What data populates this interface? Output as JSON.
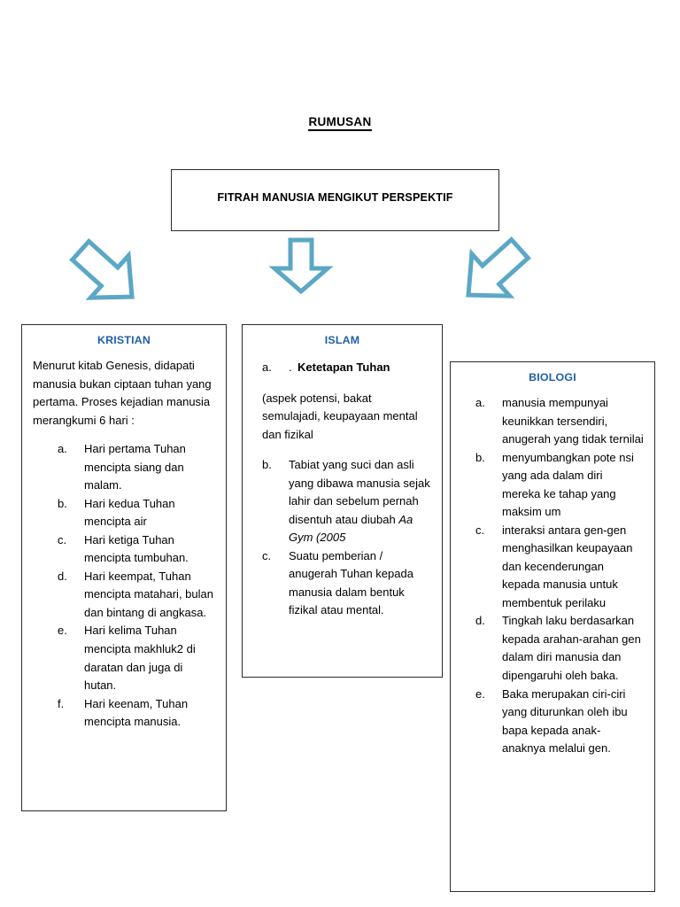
{
  "heading": "RUMUSAN",
  "title_box": {
    "text": "FITRAH MANUSIA MENGIKUT PERSPEKTIF"
  },
  "arrows": {
    "color": "#5BA7C6",
    "left_name": "arrow-down-left",
    "middle_name": "arrow-down",
    "right_name": "arrow-down-right"
  },
  "colors": {
    "heading_text": "#000000",
    "box_title": "#1F5FA9",
    "border": "#2b2b2b",
    "arrow": "#5BA7C6",
    "background": "#ffffff"
  },
  "boxes": [
    {
      "id": "kristian",
      "title": "KRISTIAN",
      "intro": "Menurut kitab Genesis, didapati manusia bukan ciptaan tuhan yang pertama. Proses kejadian manusia merangkumi 6 hari :",
      "items": [
        {
          "marker": "a.",
          "text": "Hari pertama Tuhan mencipta siang dan malam."
        },
        {
          "marker": "b.",
          "text": "Hari kedua Tuhan mencipta air"
        },
        {
          "marker": "c.",
          "text": "Hari ketiga Tuhan mencipta tumbuhan."
        },
        {
          "marker": "d.",
          "text": "Hari keempat, Tuhan mencipta matahari, bulan dan bintang di angkasa."
        },
        {
          "marker": "e.",
          "text": "Hari kelima Tuhan mencipta makhluk2 di daratan dan juga di hutan."
        },
        {
          "marker": "f.",
          "text": "Hari keenam, Tuhan mencipta manusia."
        }
      ]
    },
    {
      "id": "islam",
      "title": "ISLAM",
      "first_item": {
        "marker": "a.",
        "dot": ".",
        "bold_text": "Ketetapan Tuhan"
      },
      "note": "(aspek potensi, bakat semulajadi, keupayaan mental dan fizikal",
      "items": [
        {
          "marker": "b.",
          "text": "Tabiat yang suci dan asli yang dibawa manusia sejak lahir dan sebelum pernah disentuh atau diubah ",
          "italic_text": "Aa Gym (2005"
        },
        {
          "marker": "c.",
          "text": "Suatu pemberian / anugerah Tuhan kepada manusia dalam bentuk fizikal atau mental."
        }
      ]
    },
    {
      "id": "biologi",
      "title": "BIOLOGI",
      "items": [
        {
          "marker": "a.",
          "text": "manusia mempunyai keunikkan tersendiri, anugerah yang tidak ternilai"
        },
        {
          "marker": "b.",
          "text": "menyumbangkan pote nsi yang ada dalam diri mereka ke tahap yang maksim um"
        },
        {
          "marker": "c.",
          "text": " interaksi antara gen-gen menghasilkan keupayaan     dan kecenderungan kepada manusia untuk membentuk perilaku"
        },
        {
          "marker": "d.",
          "text": "Tingkah laku berdasarkan kepada arahan-arahan gen dalam diri manusia dan dipengaruhi oleh baka."
        },
        {
          "marker": "e.",
          "text": "Baka merupakan ciri-ciri yang diturunkan oleh ibu bapa kepada anak-anaknya melalui gen."
        }
      ]
    }
  ]
}
